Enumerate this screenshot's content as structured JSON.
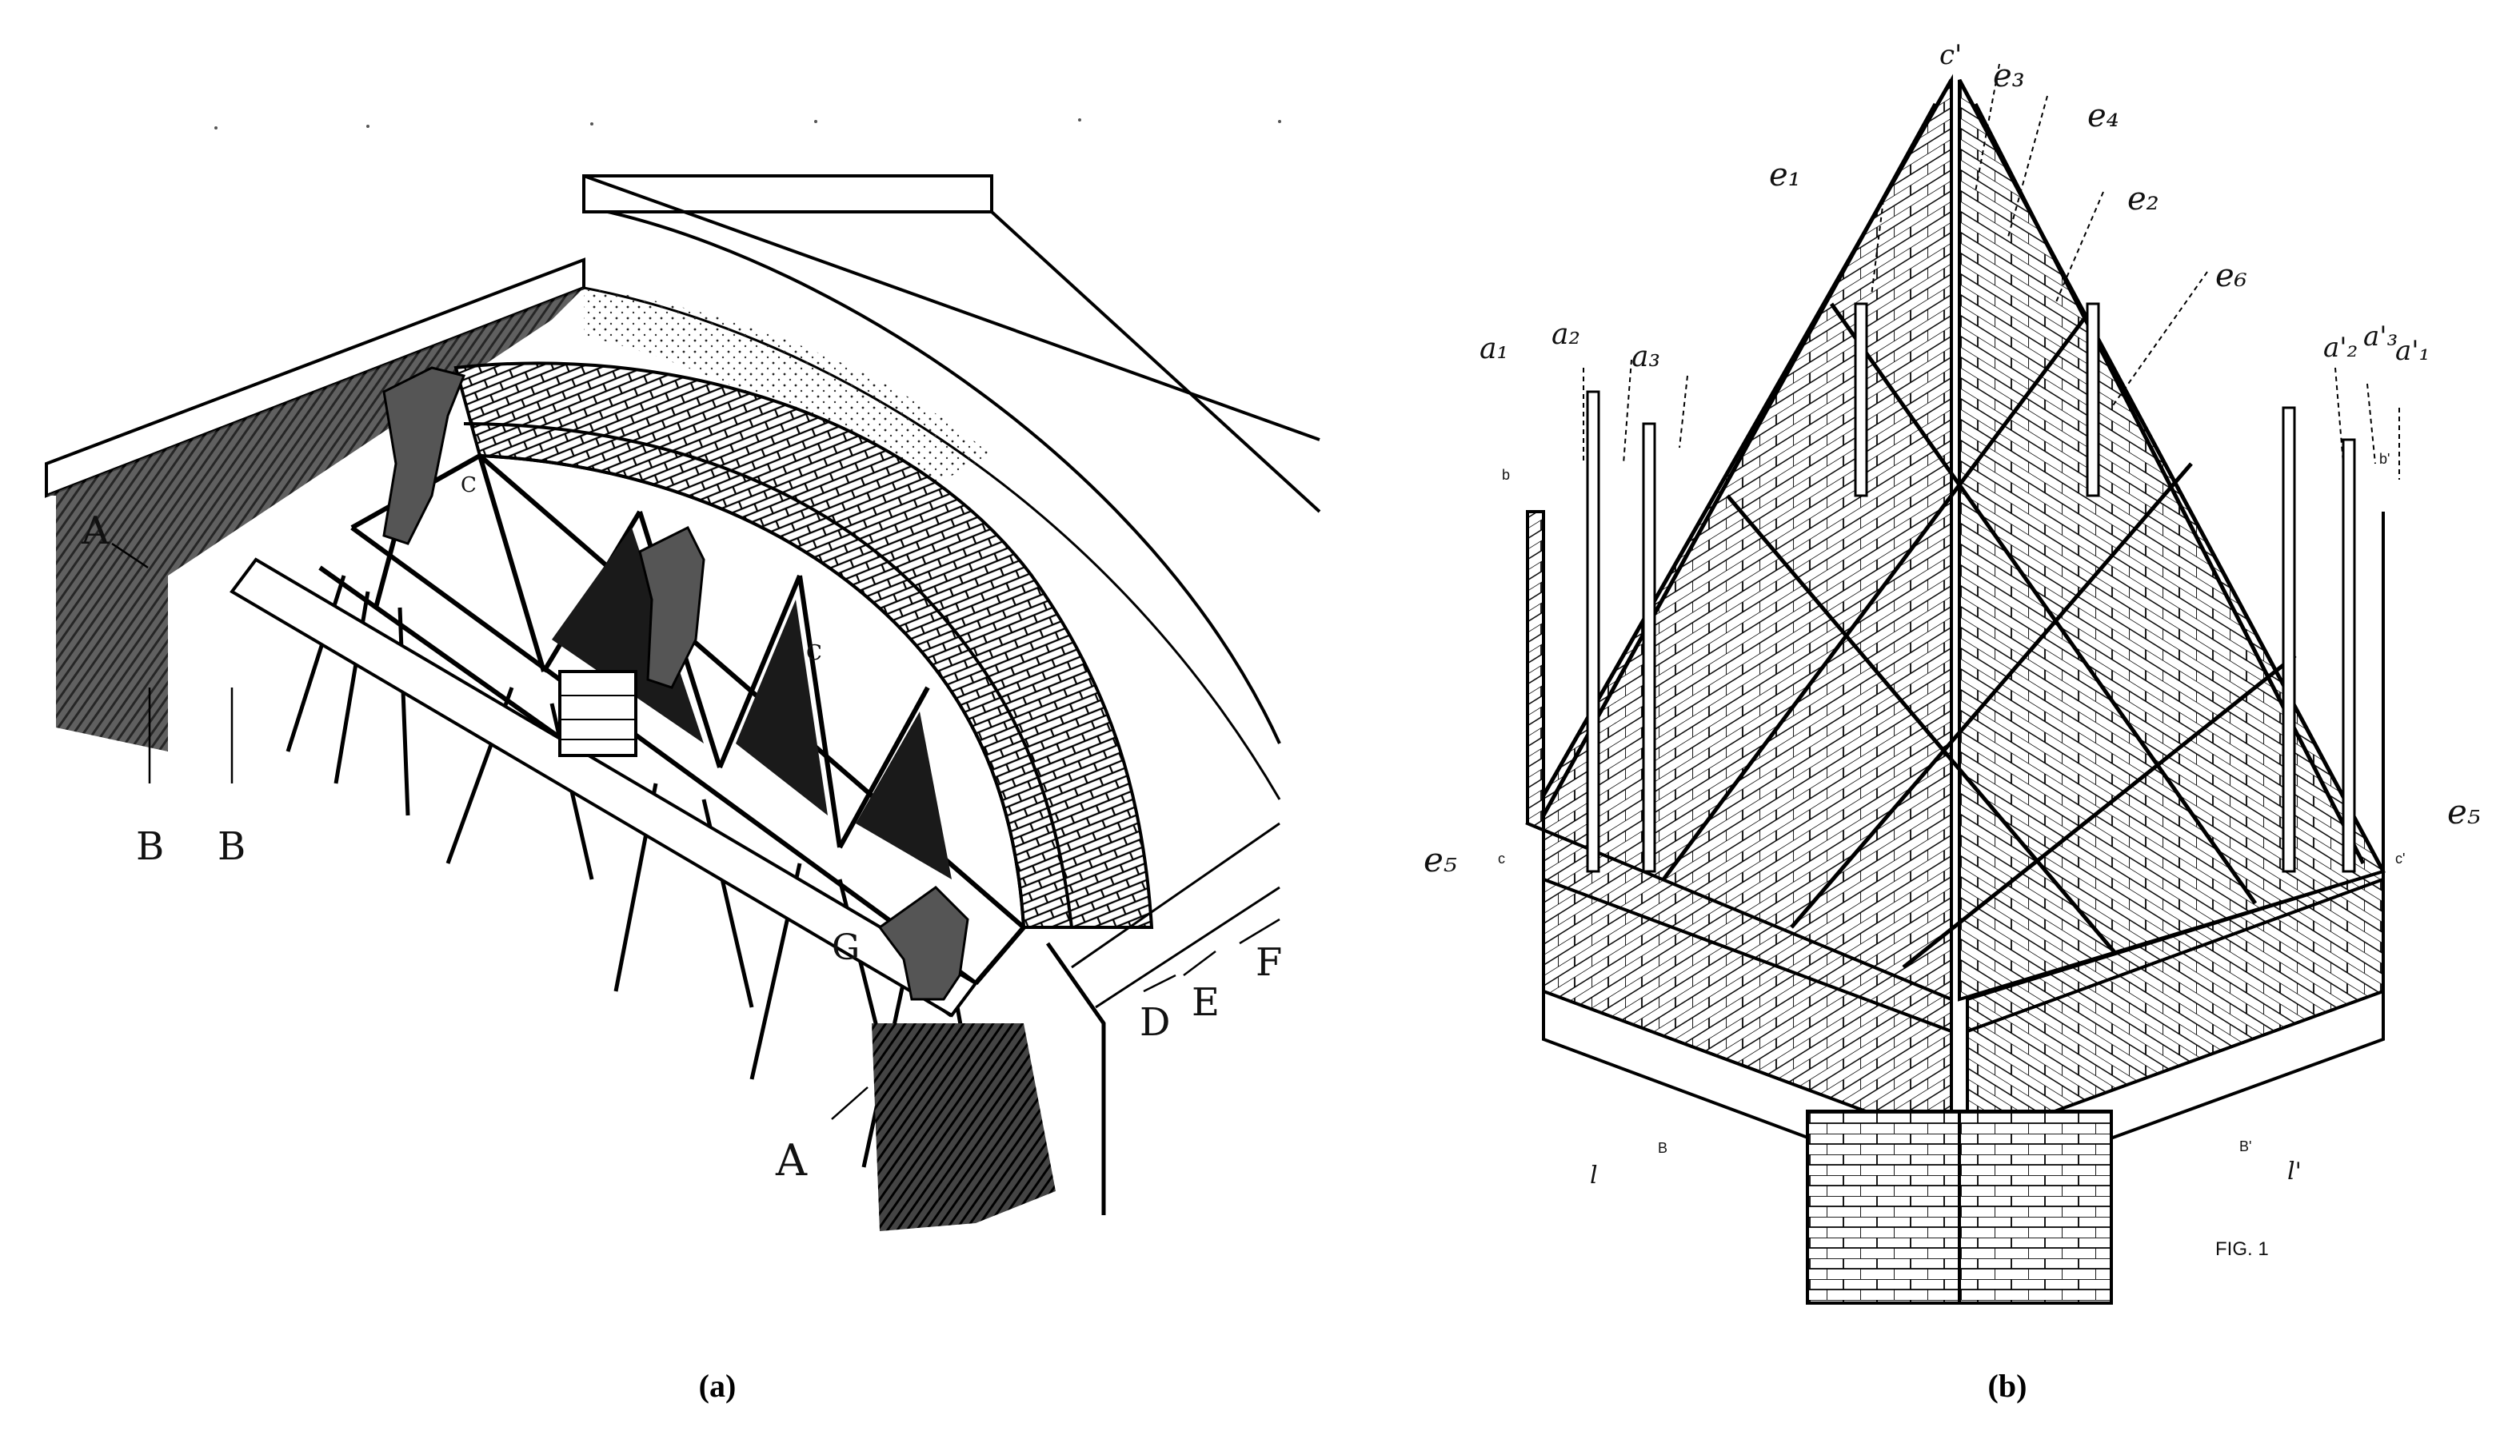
{
  "panel_a": {
    "caption": "(a)",
    "labels": {
      "A_left": "A",
      "B_first": "B",
      "B_second": "B",
      "C_center": "C",
      "C_arch": "C",
      "G": "G",
      "A_bottom": "A",
      "D": "D",
      "E": "E",
      "F": "F"
    }
  },
  "panel_b": {
    "caption": "(b)",
    "figure_label": "FIG. 1",
    "labels": {
      "c_prime": "c'",
      "e3": "e₃",
      "e4": "e₄",
      "e1": "e₁",
      "e2": "e₂",
      "e6": "e₆",
      "a1": "a₁",
      "a2": "a₂",
      "a3": "a₃",
      "a2p": "a'₂",
      "a3p": "a'₃",
      "a1p": "a'₁",
      "b_upper": "b",
      "b_prime_upper": "b'",
      "e5_left": "e₅",
      "e5_right": "e₅",
      "c_left": "c",
      "c_right": "c'",
      "l_left": "l",
      "B_center": "B",
      "B_prime": "B'",
      "l_prime": "l'"
    }
  }
}
